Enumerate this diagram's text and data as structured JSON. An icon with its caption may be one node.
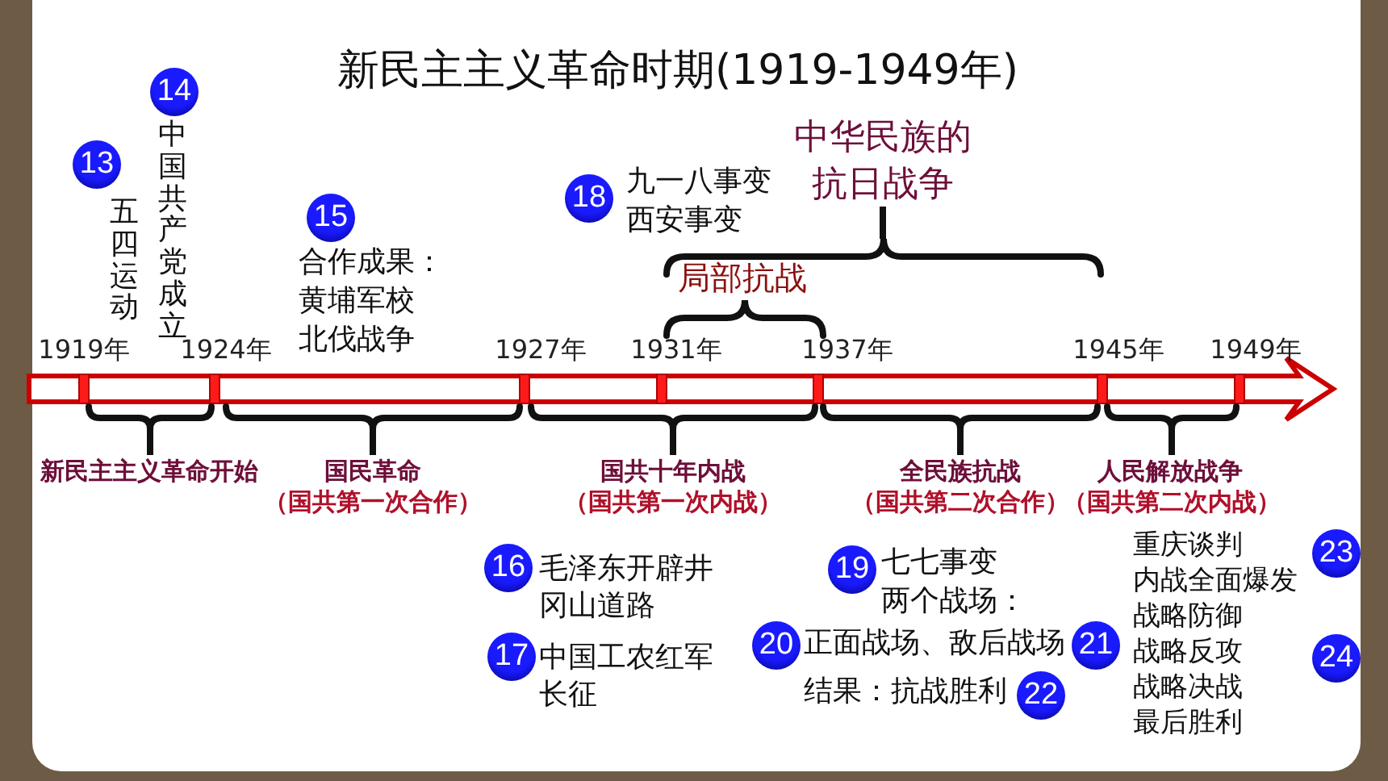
{
  "diagram": {
    "title": "新民主主义革命时期(1919-1949年)",
    "labels": [
      "14",
      "中国共产党成立",
      "13",
      "五四运动",
      "中华民族的抗日战争",
      "15",
      "合作成果：",
      "黄埔军校",
      "北伐战争",
      "18",
      "九一八事变",
      "西安事变",
      "局部抗战",
      "1919年",
      "1924年",
      "1927年",
      "1931年",
      "1937年",
      "1945年",
      "1949年",
      "新民主主义革命开始",
      "国民革命",
      "（国共第一次合作）",
      "国共十年内战",
      "（国共第一次内战）",
      "全民族抗战",
      "（国共第二次合作）",
      "人民解放战争",
      "（国共第二次内战）",
      "16",
      "毛泽东开辟井冈山道路",
      "17",
      "中国工农红军长征",
      "19",
      "七七事变",
      "两个战场：",
      "20",
      "正面战场、敌后战场",
      "21",
      "结果：抗战胜利",
      "22",
      "重庆谈判",
      "23",
      "内战全面爆发",
      "战略防御",
      "战略反攻",
      "24",
      "战略决战",
      "最后胜利"
    ]
  }
}
